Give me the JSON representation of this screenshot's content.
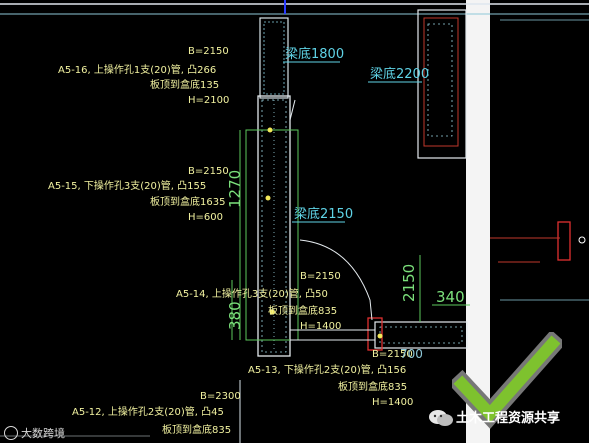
{
  "labels": {
    "b2150_1": "B=2150",
    "a516": "A5-16, 上操作孔1支(20)管, 凸266",
    "a516_sub": "板顶到盒底135",
    "h2100": "H=2100",
    "b2150_2": "B=2150",
    "a515": "A5-15, 下操作孔3支(20)管, 凸155",
    "a515_sub": "板顶到盒底1635",
    "h600": "H=600",
    "b2150_3": "B=2150",
    "a514": "A5-14, 上操作孔3支(20)管, 凸50",
    "a514_sub": "板顶到盒底835",
    "h1400_1": "H=1400",
    "b2150_4": "B=2150",
    "a513": "A5-13, 下操作孔2支(20)管, 凸156",
    "a513_sub": "板顶到盒底835",
    "h1400_2": "H=1400",
    "b2300": "B=2300",
    "a512": "A5-12, 上操作孔2支(20)管, 凸45",
    "a512_sub": "板顶到盒底835",
    "beam1800": "梁底1800",
    "beam2200": "梁底2200",
    "beam2150": "梁底2150",
    "dim1270": "1270",
    "dim380": "380",
    "dim2150": "2150",
    "dim340": "340",
    "dim700": "700"
  },
  "watermark": {
    "left": "大数跨境",
    "right": "土木工程资源共享"
  },
  "icons": [
    "wechat-icon",
    "checkmark-icon"
  ]
}
